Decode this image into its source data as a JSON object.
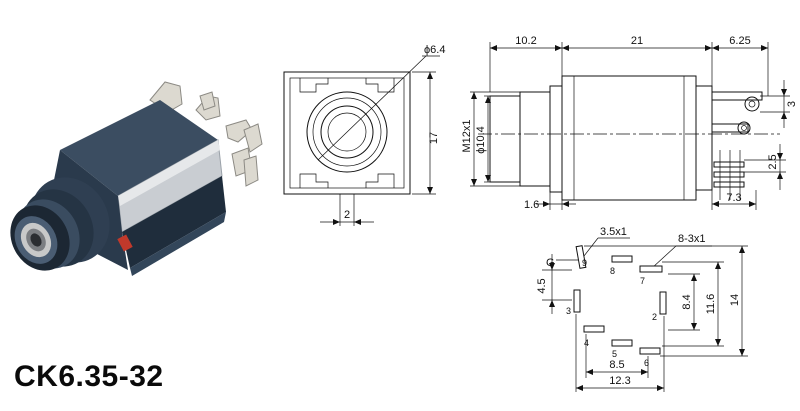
{
  "part_number": "CK6.35-32",
  "front_view": {
    "bore_dia": "ϕ6.4",
    "height": "17",
    "pin_gap": "2"
  },
  "side_view": {
    "top_dims": [
      "10.2",
      "21",
      "6.25"
    ],
    "right_dims": [
      "3",
      "2.5"
    ],
    "bottom_dims": [
      "1.6",
      "7.3"
    ],
    "left_labels": [
      "M12x1",
      "ϕ10.4"
    ]
  },
  "pcb_layout": {
    "pad_callouts": [
      "3.5x1",
      "8-3x1"
    ],
    "ground_label": "G",
    "pin_numbers": [
      "9",
      "8",
      "7",
      "3",
      "2",
      "4",
      "5",
      "6"
    ],
    "dims": [
      "4.5",
      "8.4",
      "11.6",
      "14",
      "8.5",
      "12.3"
    ]
  },
  "colors": {
    "body_dark": "#2a3a4c",
    "body_highlight": "#4a5d73",
    "shell_silver": "#c9cdd2",
    "pin_silver": "#d9d6cc",
    "pin_tip_red": "#c0392b"
  }
}
